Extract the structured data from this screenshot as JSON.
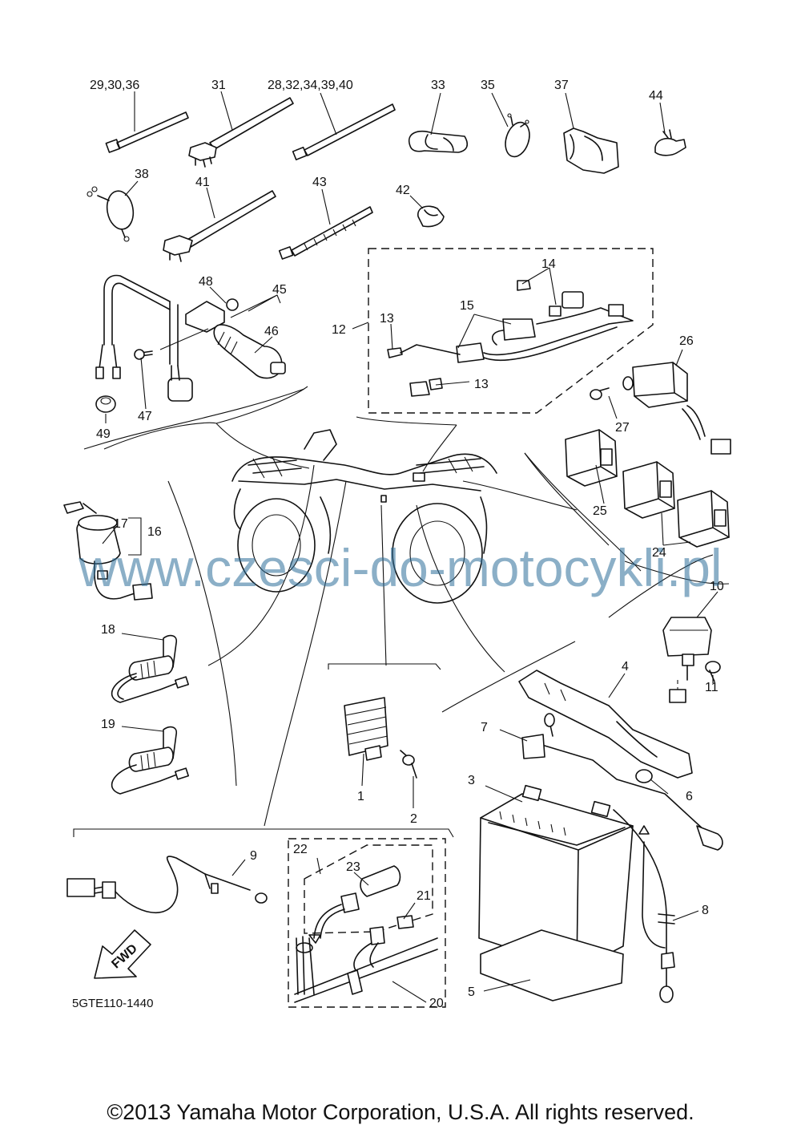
{
  "diagram": {
    "reference_code": "5GTE110-1440",
    "fwd_label": "FWD",
    "callouts": {
      "c1": "1",
      "c2": "2",
      "c3": "3",
      "c4": "4",
      "c5": "5",
      "c6": "6",
      "c7": "7",
      "c8": "8",
      "c9": "9",
      "c10": "10",
      "c11": "11",
      "c12": "12",
      "c13a": "13",
      "c13b": "13",
      "c14": "14",
      "c15": "15",
      "c16": "16",
      "c17": "17",
      "c18": "18",
      "c19": "19",
      "c20": "20",
      "c21": "21",
      "c22": "22",
      "c23": "23",
      "c24": "24",
      "c25": "25",
      "c26": "26",
      "c27": "27",
      "c29_30_36": "29,30,36",
      "c31": "31",
      "c28_32_34_39_40": "28,32,34,39,40",
      "c33": "33",
      "c35": "35",
      "c37": "37",
      "c38": "38",
      "c41": "41",
      "c42": "42",
      "c43": "43",
      "c44": "44",
      "c45": "45",
      "c46": "46",
      "c47": "47",
      "c48": "48",
      "c49": "49"
    }
  },
  "watermark": {
    "text": "www.czesci-do-motocykli.pl",
    "color": "#2d6f9a"
  },
  "footer": {
    "copyright": "©2013 Yamaha Motor Corporation, U.S.A. All rights reserved."
  }
}
